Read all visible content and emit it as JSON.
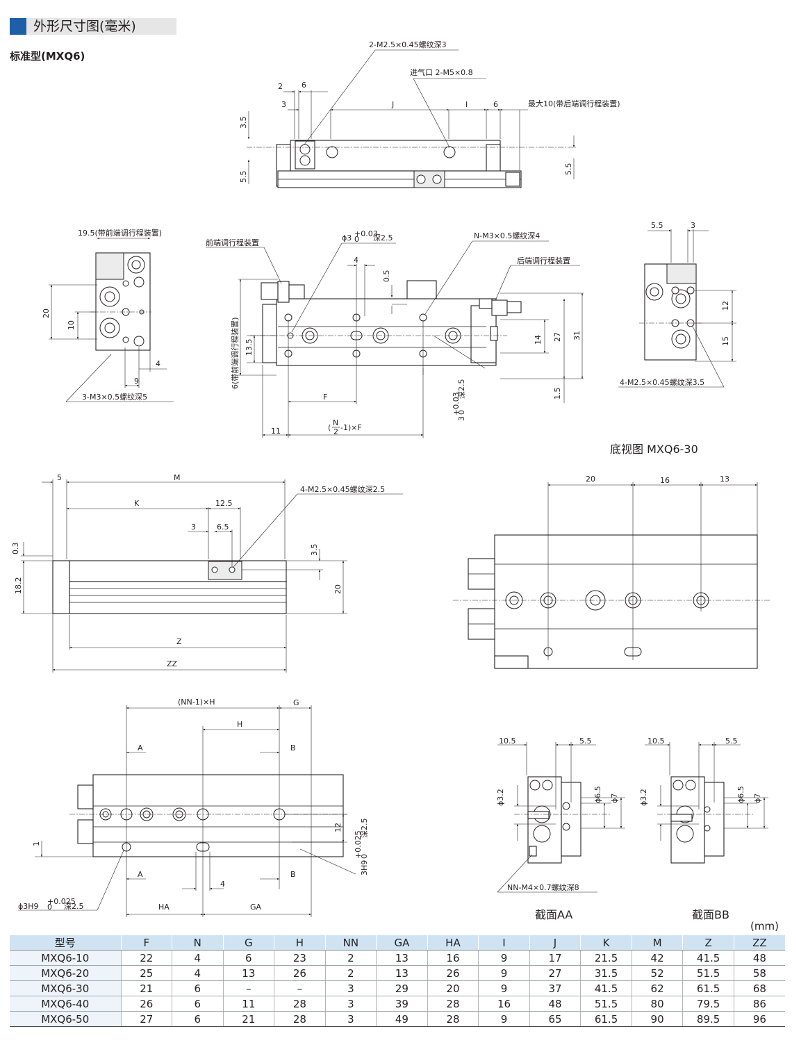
{
  "header": {
    "section_title": "外形尺寸图(毫米)",
    "subtitle": "标准型(MXQ6)"
  },
  "colors": {
    "accent": "#1f5fa8",
    "table_header": "#cfe3f3"
  },
  "top_view": {
    "thread_note": "2-M2.5×0.45螺纹深3",
    "port_note": "进气口 2-M5×0.8",
    "max_note": "最大10(带后端调行程装置)",
    "dims": {
      "d2": "2",
      "d6a": "6",
      "d3": "3",
      "J": "J",
      "I": "I",
      "d6b": "6",
      "d35": "3.5",
      "d55a": "5.5",
      "d55b": "5.5"
    }
  },
  "front_view": {
    "note": "19.5(带前端调行程装置)",
    "thread_note": "3-M3×0.5螺纹深5",
    "dims": {
      "d20": "20",
      "d10": "10",
      "d4": "4",
      "d9": "9"
    }
  },
  "bottom_view": {
    "front_adj": "前端调行程装置",
    "pin_note": "ϕ3",
    "pin_tol": "+0.03",
    "pin_tol0": "0",
    "pin_depth": "深2.5",
    "thread_note": "N-M3×0.5螺纹深4",
    "rear_adj": "后端调行程装置",
    "side_note": "6(带前端调行程装置)",
    "slot_note": "3",
    "slot_tol": "+0.03",
    "slot_tol0": "0",
    "slot_depth": "深2.5",
    "formula_pre": "(",
    "formula_n": "N",
    "formula_d": "2",
    "formula_post": "-1)×F",
    "label": "底视图 MXQ6-30",
    "dims": {
      "d4": "4",
      "d05": "0.5",
      "d135": "13.5",
      "d14": "14",
      "d27": "27",
      "d31": "31",
      "d15": "1.5",
      "F": "F",
      "d11": "11"
    }
  },
  "rear_view": {
    "thread_note": "4-M2.5×0.45螺纹深3.5",
    "dims": {
      "d55": "5.5",
      "d3": "3",
      "d12": "12",
      "d15": "15"
    }
  },
  "side_view": {
    "thread_note": "4-M2.5×0.45螺纹深2.5",
    "dims": {
      "d5": "5",
      "M": "M",
      "K": "K",
      "d125": "12.5",
      "d3": "3",
      "d65": "6.5",
      "d03": "0.3",
      "d35": "3.5",
      "d182": "18.2",
      "d20": "20",
      "Z": "Z",
      "ZZ": "ZZ"
    }
  },
  "bottom_view_30": {
    "dims": {
      "d20": "20",
      "d16": "16",
      "d13": "13"
    }
  },
  "table_view": {
    "pin_note": "ϕ3H9",
    "pin_tol": "+0.025",
    "pin_tol0": "0",
    "pin_depth": "深2.5",
    "slot_note": "3H9",
    "slot_tol": "+0.025",
    "slot_tol0": "0",
    "slot_depth": "深2.5",
    "dims": {
      "NNH": "(NN-1)×H",
      "G": "G",
      "H": "H",
      "A1": "A",
      "B1": "B",
      "A2": "A",
      "B2": "B",
      "d12": "12",
      "d1": "1",
      "d4": "4",
      "HA": "HA",
      "GA": "GA"
    }
  },
  "section_aa": {
    "label": "截面AA",
    "thread_note": "NN-M4×0.7螺纹深8",
    "dims": {
      "d105": "10.5",
      "d55": "5.5",
      "d32": "ϕ3.2",
      "d65": "ϕ6.5",
      "d7": "ϕ7"
    }
  },
  "section_bb": {
    "label": "截面BB",
    "dims": {
      "d105": "10.5",
      "d55": "5.5",
      "d32": "ϕ3.2",
      "d65": "ϕ6.5",
      "d7": "ϕ7"
    }
  },
  "table": {
    "unit": "(mm)",
    "columns": [
      "型号",
      "F",
      "N",
      "G",
      "H",
      "NN",
      "GA",
      "HA",
      "I",
      "J",
      "K",
      "M",
      "Z",
      "ZZ"
    ],
    "rows": [
      [
        "MXQ6-10",
        "22",
        "4",
        "6",
        "23",
        "2",
        "13",
        "16",
        "9",
        "17",
        "21.5",
        "42",
        "41.5",
        "48"
      ],
      [
        "MXQ6-20",
        "25",
        "4",
        "13",
        "26",
        "2",
        "13",
        "26",
        "9",
        "27",
        "31.5",
        "52",
        "51.5",
        "58"
      ],
      [
        "MXQ6-30",
        "21",
        "6",
        "–",
        "–",
        "3",
        "29",
        "20",
        "9",
        "37",
        "41.5",
        "62",
        "61.5",
        "68"
      ],
      [
        "MXQ6-40",
        "26",
        "6",
        "11",
        "28",
        "3",
        "39",
        "28",
        "16",
        "48",
        "51.5",
        "80",
        "79.5",
        "86"
      ],
      [
        "MXQ6-50",
        "27",
        "6",
        "21",
        "28",
        "3",
        "49",
        "28",
        "9",
        "65",
        "61.5",
        "90",
        "89.5",
        "96"
      ]
    ]
  }
}
